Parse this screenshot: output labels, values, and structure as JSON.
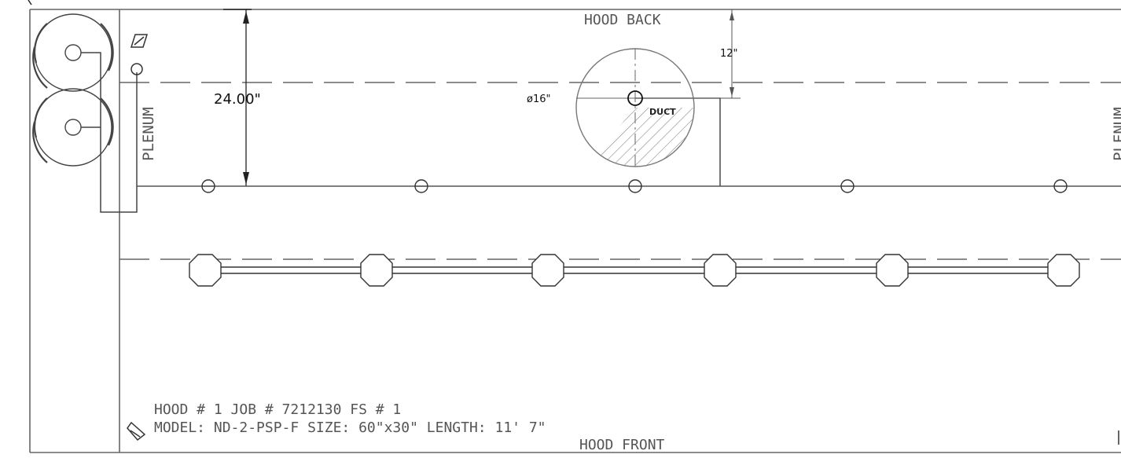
{
  "labels": {
    "hood_back": "HOOD BACK",
    "hood_front": "HOOD FRONT",
    "plenum_left": "PLENUM",
    "plenum_right": "PLENUM",
    "duct": "DUCT",
    "dim_height": "24.00\"",
    "dim_offset": "12\"",
    "dim_diameter": "ø16\"",
    "title_line_1": "HOOD # 1 JOB # 7212130 FS # 1",
    "title_line_2": "MODEL: ND-2-PSP-F SIZE: 60\"x30\" LENGTH: 11' 7\""
  },
  "colors": {
    "line": "#666666",
    "dark_line": "#222222",
    "hatch": "#888888"
  }
}
